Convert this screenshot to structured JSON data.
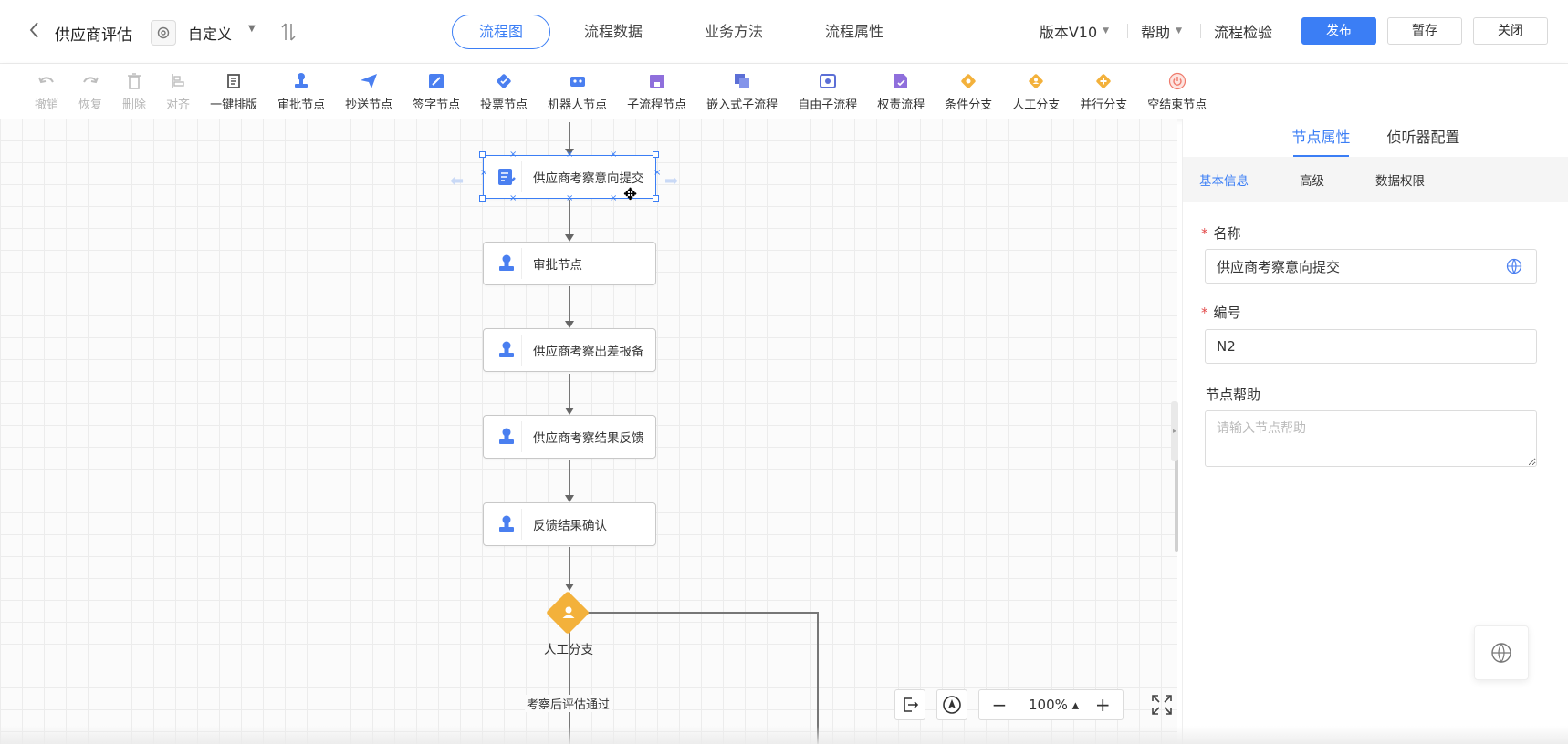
{
  "header": {
    "title": "供应商评估",
    "mode": "自定义",
    "tabs": [
      {
        "label": "流程图",
        "active": true
      },
      {
        "label": "流程数据",
        "active": false
      },
      {
        "label": "业务方法",
        "active": false
      },
      {
        "label": "流程属性",
        "active": false
      }
    ],
    "version": "版本V10",
    "help": "帮助",
    "check": "流程检验",
    "publish": "发布",
    "save_draft": "暂存",
    "close": "关闭"
  },
  "toolbar": {
    "undo": "撤销",
    "redo": "恢复",
    "delete": "删除",
    "align": "对齐",
    "auto_layout": "一键排版",
    "approve_node": "审批节点",
    "cc_node": "抄送节点",
    "sign_node": "签字节点",
    "vote_node": "投票节点",
    "robot_node": "机器人节点",
    "subflow_node": "子流程节点",
    "embedded_subflow": "嵌入式子流程",
    "free_subflow": "自由子流程",
    "duty_flow": "权责流程",
    "condition_branch": "条件分支",
    "manual_branch": "人工分支",
    "parallel_branch": "并行分支",
    "empty_end_node": "空结束节点"
  },
  "canvas": {
    "nodes": [
      {
        "label": "供应商考察意向提交",
        "icon": "form-edit-icon",
        "selected": true
      },
      {
        "label": "审批节点",
        "icon": "stamp-icon"
      },
      {
        "label": "供应商考察出差报备",
        "icon": "stamp-icon"
      },
      {
        "label": "供应商考察结果反馈",
        "icon": "stamp-icon"
      },
      {
        "label": "反馈结果确认",
        "icon": "stamp-icon"
      }
    ],
    "branch_label": "人工分支",
    "condition_label": "考察后评估通过",
    "zoom": "100%"
  },
  "panel": {
    "tabs": [
      {
        "label": "节点属性",
        "active": true
      },
      {
        "label": "侦听器配置",
        "active": false
      }
    ],
    "subtabs": [
      {
        "label": "基本信息",
        "active": true
      },
      {
        "label": "高级",
        "active": false
      },
      {
        "label": "数据权限",
        "active": false
      }
    ],
    "name_label": "名称",
    "name_value": "供应商考察意向提交",
    "code_label": "编号",
    "code_value": "N2",
    "help_label": "节点帮助",
    "help_placeholder": "请输入节点帮助"
  },
  "colors": {
    "accent": "#3b7ef5",
    "node_icon": "#4a7ff0",
    "branch": "#f3b13b",
    "end_node": "#ef7a6b"
  }
}
